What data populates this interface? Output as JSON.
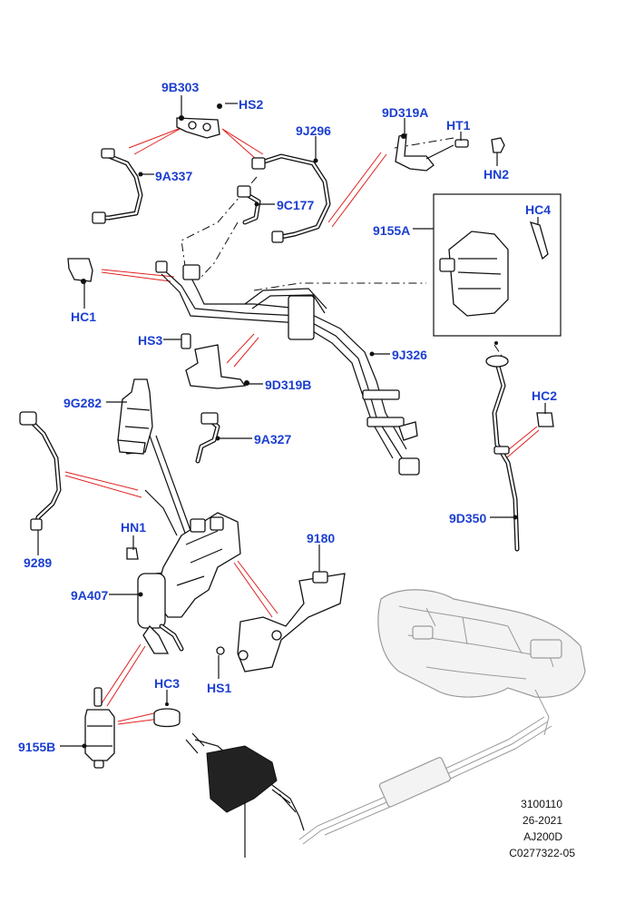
{
  "callouts": {
    "9B303": "9B303",
    "HS2": "HS2",
    "9J296": "9J296",
    "9D319A": "9D319A",
    "HT1": "HT1",
    "HN2": "HN2",
    "9A337": "9A337",
    "9C177": "9C177",
    "9155A": "9155A",
    "HC4": "HC4",
    "HC1": "HC1",
    "HS3": "HS3",
    "9J326": "9J326",
    "9D319B": "9D319B",
    "9G282": "9G282",
    "9A327": "9A327",
    "HC2": "HC2",
    "9D350": "9D350",
    "HN1": "HN1",
    "9180": "9180",
    "9289": "9289",
    "9A407": "9A407",
    "HS1": "HS1",
    "HC3": "HC3",
    "9155B": "9155B"
  },
  "reference": {
    "line1": "3100110",
    "line2": "26-2021",
    "line3": "AJ200D",
    "line4": "C0277322-05"
  },
  "colors": {
    "callout": "#1c3fd0",
    "leader_red": "#e02020",
    "line": "#111111"
  }
}
